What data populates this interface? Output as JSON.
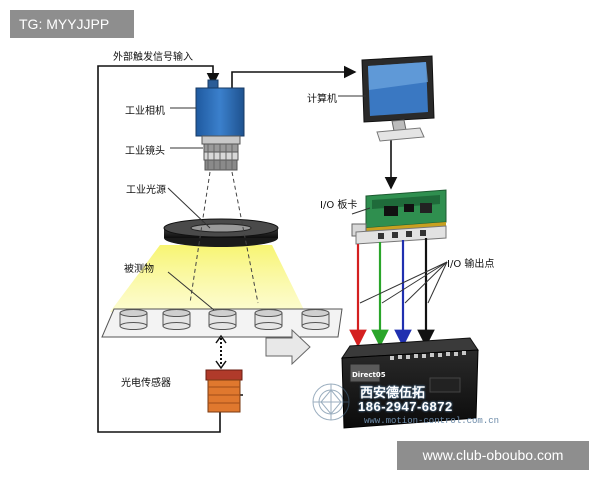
{
  "tag": "TG: MYYJJPP",
  "labels": {
    "trigger_input": "外部触发信号输入",
    "camera": "工业相机",
    "lens": "工业镜头",
    "light": "工业光源",
    "object": "被测物",
    "sensor": "光电传感器",
    "computer": "计算机",
    "io_card": "I/O 板卡",
    "io_output": "I/O 输出点"
  },
  "watermark": {
    "name": "西安德伍拓",
    "phone": "186-2947-6872",
    "site": "www.motion-control.com.cn"
  },
  "plc_brand": "Direct05",
  "site_url": "www.club-oboubo.com",
  "colors": {
    "camera_body": "#2f6fb7",
    "light_beam": "#f5f26a",
    "sensor_body": "#e0782e",
    "wire_red": "#d42020",
    "wire_green": "#2aa52a",
    "wire_blue": "#2030b0",
    "wire_black": "#111111"
  }
}
